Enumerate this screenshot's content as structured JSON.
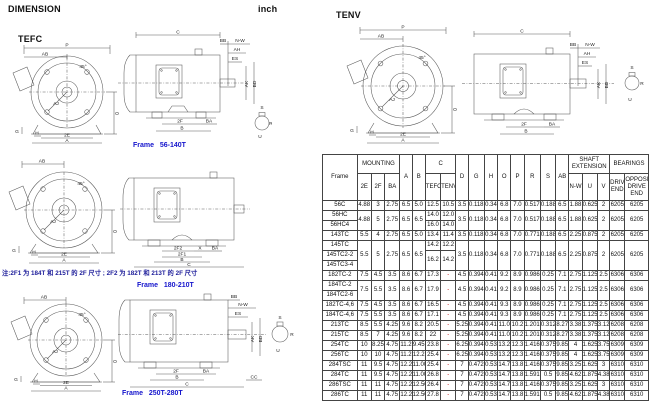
{
  "page": {
    "title": "DIMENSION",
    "unit": "inch",
    "tenv_heading": "TENV",
    "tefc_heading": "TEFC",
    "note": "注:2F1 为 184T 和 215T 的 2F 尺寸 ; 2F2 为 182T 和 213T 的 2F 尺寸",
    "frame_captions": [
      "Frame   56-140T",
      "Frame   180-210T",
      "Frame   250T-280T"
    ],
    "accent_blue": "#1414cc",
    "note_blue": "#1b1b99",
    "dash_red": "#cc2222"
  },
  "labels": {
    "front1": [
      "P",
      "AB",
      "45°",
      "AJ",
      "O",
      "H",
      "2E",
      "A",
      "G"
    ],
    "side1": [
      "C",
      "BB",
      "N-W",
      "AH",
      "ES",
      "AK",
      "BD",
      "2F",
      "BA",
      "B"
    ],
    "shaft1": [
      "S",
      "R",
      "U"
    ],
    "front2": [
      "AB",
      "45°",
      "AJ",
      "O",
      "G",
      "H",
      "2E",
      "A"
    ],
    "side2": [
      "2F2",
      "X",
      "BA",
      "2F1",
      "B",
      "C"
    ],
    "front3": [
      "AB",
      "45°",
      "AJ",
      "O",
      "G",
      "H",
      "2E",
      "A"
    ],
    "side3": [
      "BB",
      "N-W",
      "ES",
      "AK",
      "BD",
      "2F",
      "BA",
      "B",
      "C",
      "CC"
    ],
    "shaft3": [
      "S",
      "R",
      "U"
    ],
    "front4": [
      "P",
      "AB",
      "45°",
      "AJ",
      "O",
      "H",
      "2E",
      "A",
      "G"
    ],
    "side4": [
      "C",
      "BB",
      "N-W",
      "AH",
      "ES",
      "AK",
      "BD",
      "2F",
      "BA",
      "B"
    ],
    "shaft4": [
      "S",
      "R",
      "U"
    ]
  },
  "table": {
    "header_row1": [
      [
        "Frame",
        2,
        1
      ],
      [
        "MOUNTING",
        1,
        3
      ],
      [
        "A",
        2,
        1
      ],
      [
        "B",
        2,
        1
      ],
      [
        "C",
        1,
        2
      ],
      [
        "D",
        2,
        1
      ],
      [
        "G",
        2,
        1
      ],
      [
        "H",
        2,
        1
      ],
      [
        "O",
        2,
        1
      ],
      [
        "P",
        2,
        1
      ],
      [
        "R",
        2,
        1
      ],
      [
        "S",
        2,
        1
      ],
      [
        "AB",
        2,
        1
      ],
      [
        "SHAFT EXTENSION",
        1,
        3
      ],
      [
        "BEARINGS",
        1,
        2
      ]
    ],
    "header_row2": [
      [
        "2E"
      ],
      [
        "2F"
      ],
      [
        "BA"
      ],
      [
        "TEFC"
      ],
      [
        "TENV"
      ],
      [
        "N-W"
      ],
      [
        "U"
      ],
      [
        "V"
      ],
      [
        "DRIVE END"
      ],
      [
        "OPPOSITE DRIVE END"
      ]
    ],
    "rows": [
      [
        [
          "56C"
        ],
        [
          "4.88"
        ],
        [
          "3"
        ],
        [
          "2.75"
        ],
        [
          "6.5"
        ],
        [
          "5.0"
        ],
        [
          "12.5"
        ],
        [
          "10.5"
        ],
        [
          "3.5"
        ],
        [
          "0.118"
        ],
        [
          "0.34"
        ],
        [
          "6.8"
        ],
        [
          "7.0"
        ],
        [
          "0.517"
        ],
        [
          "0.188"
        ],
        [
          "6.5"
        ],
        [
          "1.88"
        ],
        [
          "0.625"
        ],
        [
          "2"
        ],
        [
          "6205"
        ],
        [
          "6205"
        ]
      ],
      [
        [
          "56HC"
        ],
        [
          "4.88",
          2
        ],
        [
          "5",
          2
        ],
        [
          "2.75",
          2
        ],
        [
          "6.5",
          2
        ],
        [
          "6.5",
          2
        ],
        [
          "14.0"
        ],
        [
          "12.0"
        ],
        [
          "3.5",
          2
        ],
        [
          "0.118",
          2
        ],
        [
          "0.34",
          2
        ],
        [
          "6.8",
          2
        ],
        [
          "7.0",
          2
        ],
        [
          "0.517",
          2
        ],
        [
          "0.188",
          2
        ],
        [
          "6.5",
          2
        ],
        [
          "1.88",
          2
        ],
        [
          "0.625",
          2
        ],
        [
          "2",
          2
        ],
        [
          "6205",
          2
        ],
        [
          "6205",
          2
        ]
      ],
      [
        [
          "56HC4"
        ],
        [
          "16.0"
        ],
        [
          "14.0"
        ]
      ],
      [
        [
          "143TC"
        ],
        [
          "5.5"
        ],
        [
          "4"
        ],
        [
          "2.75"
        ],
        [
          "6.5"
        ],
        [
          "5.0"
        ],
        [
          "13.4"
        ],
        [
          "11.4"
        ],
        [
          "3.5"
        ],
        [
          "0.118"
        ],
        [
          "0.34"
        ],
        [
          "6.8"
        ],
        [
          "7.0"
        ],
        [
          "0.771"
        ],
        [
          "0.188"
        ],
        [
          "6.5"
        ],
        [
          "2.25"
        ],
        [
          "0.875"
        ],
        [
          "2"
        ],
        [
          "6205"
        ],
        [
          "6205"
        ]
      ],
      [
        [
          "145TC"
        ],
        [
          "5.5",
          3
        ],
        [
          "5",
          3
        ],
        [
          "2.75",
          3
        ],
        [
          "6.5",
          3
        ],
        [
          "6.5",
          3
        ],
        [
          "14.2"
        ],
        [
          "12.2"
        ],
        [
          "3.5",
          3
        ],
        [
          "0.118",
          3
        ],
        [
          "0.34",
          3
        ],
        [
          "6.8",
          3
        ],
        [
          "7.0",
          3
        ],
        [
          "0.771",
          3
        ],
        [
          "0.188",
          3
        ],
        [
          "6.5",
          3
        ],
        [
          "2.25",
          3
        ],
        [
          "0.875",
          3
        ],
        [
          "2",
          3
        ],
        [
          "6205",
          3
        ],
        [
          "6205",
          3
        ]
      ],
      [
        [
          "145TC2-2"
        ],
        [
          "16.2",
          2
        ],
        [
          "14.2",
          2
        ]
      ],
      [
        [
          "145TC3-4"
        ]
      ],
      [
        [
          "182TC-2"
        ],
        [
          "7.5"
        ],
        [
          "4.5"
        ],
        [
          "3.5"
        ],
        [
          "8.6"
        ],
        [
          "6.7"
        ],
        [
          "17.3"
        ],
        [
          "-",
          1,
          "r"
        ],
        [
          "4.5"
        ],
        [
          "0.394"
        ],
        [
          "0.41"
        ],
        [
          "9.2"
        ],
        [
          "8.9"
        ],
        [
          "0.986"
        ],
        [
          "0.25"
        ],
        [
          "7.1"
        ],
        [
          "2.75"
        ],
        [
          "1.125"
        ],
        [
          "2.5"
        ],
        [
          "6306"
        ],
        [
          "6306"
        ]
      ],
      [
        [
          "184TC-2"
        ],
        [
          "7.5",
          2
        ],
        [
          "5.5",
          2
        ],
        [
          "3.5",
          2
        ],
        [
          "8.6",
          2
        ],
        [
          "6.7",
          2
        ],
        [
          "17.9",
          2
        ],
        [
          "-",
          2,
          "r"
        ],
        [
          "4.5",
          2
        ],
        [
          "0.394",
          2
        ],
        [
          "0.41",
          2
        ],
        [
          "9.2",
          2
        ],
        [
          "8.9",
          2
        ],
        [
          "0.986",
          2
        ],
        [
          "0.25",
          2
        ],
        [
          "7.1",
          2
        ],
        [
          "2.75",
          2
        ],
        [
          "1.125",
          2
        ],
        [
          "2.5",
          2
        ],
        [
          "6306",
          2
        ],
        [
          "6306",
          2
        ]
      ],
      [
        [
          "184TC2-6"
        ]
      ],
      [
        [
          "182TC-4,6"
        ],
        [
          "7.5"
        ],
        [
          "4.5"
        ],
        [
          "3.5"
        ],
        [
          "8.6"
        ],
        [
          "6.7"
        ],
        [
          "16.5"
        ],
        [
          "-",
          1,
          "r"
        ],
        [
          "4.5"
        ],
        [
          "0.394"
        ],
        [
          "0.41"
        ],
        [
          "9.3"
        ],
        [
          "8.9"
        ],
        [
          "0.986"
        ],
        [
          "0.25"
        ],
        [
          "7.1"
        ],
        [
          "2.75"
        ],
        [
          "1.125"
        ],
        [
          "2.5"
        ],
        [
          "6306"
        ],
        [
          "6306"
        ]
      ],
      [
        [
          "184TC-4,6"
        ],
        [
          "7.5"
        ],
        [
          "5.5"
        ],
        [
          "3.5"
        ],
        [
          "8.6"
        ],
        [
          "6.7"
        ],
        [
          "17.1"
        ],
        [
          "-",
          1,
          "r"
        ],
        [
          "4.5"
        ],
        [
          "0.394"
        ],
        [
          "0.41"
        ],
        [
          "9.3"
        ],
        [
          "8.9"
        ],
        [
          "0.986"
        ],
        [
          "0.25"
        ],
        [
          "7.1"
        ],
        [
          "2.75"
        ],
        [
          "1.125"
        ],
        [
          "2.5"
        ],
        [
          "6306"
        ],
        [
          "6306"
        ]
      ],
      [
        [
          "213TC"
        ],
        [
          "8.5"
        ],
        [
          "5.5"
        ],
        [
          "4.25"
        ],
        [
          "9.6"
        ],
        [
          "8.2"
        ],
        [
          "20.5"
        ],
        [
          "-",
          1,
          "r"
        ],
        [
          "5.25"
        ],
        [
          "0.394"
        ],
        [
          "0.41"
        ],
        [
          "11.0"
        ],
        [
          "10.2"
        ],
        [
          "1.201"
        ],
        [
          "0.312"
        ],
        [
          "8.27"
        ],
        [
          "3.38"
        ],
        [
          "1.375"
        ],
        [
          "3.12"
        ],
        [
          "6208"
        ],
        [
          "6208"
        ]
      ],
      [
        [
          "215TC"
        ],
        [
          "8.5"
        ],
        [
          "7"
        ],
        [
          "4.25"
        ],
        [
          "9.6"
        ],
        [
          "8.2"
        ],
        [
          "22"
        ],
        [
          "-",
          1,
          "r"
        ],
        [
          "5.25"
        ],
        [
          "0.394"
        ],
        [
          "0.41"
        ],
        [
          "11.0"
        ],
        [
          "10.2"
        ],
        [
          "1.201"
        ],
        [
          "0.312"
        ],
        [
          "8.27"
        ],
        [
          "3.38"
        ],
        [
          "1.375"
        ],
        [
          "3.12"
        ],
        [
          "6208"
        ],
        [
          "6208"
        ]
      ],
      [
        [
          "254TC"
        ],
        [
          "10"
        ],
        [
          "8.25"
        ],
        [
          "4.75"
        ],
        [
          "11.2"
        ],
        [
          "9.45"
        ],
        [
          "23.8"
        ],
        [
          "-",
          1,
          "r"
        ],
        [
          "6.25"
        ],
        [
          "0.394"
        ],
        [
          "0.53"
        ],
        [
          "13.2"
        ],
        [
          "12.3"
        ],
        [
          "1.416"
        ],
        [
          "0.375"
        ],
        [
          "9.85"
        ],
        [
          "4"
        ],
        [
          "1.625"
        ],
        [
          "3.75"
        ],
        [
          "6309"
        ],
        [
          "6309"
        ]
      ],
      [
        [
          "256TC"
        ],
        [
          "10"
        ],
        [
          "10"
        ],
        [
          "4.75"
        ],
        [
          "11.2"
        ],
        [
          "12.2"
        ],
        [
          "25.4"
        ],
        [
          "-",
          1,
          "r"
        ],
        [
          "6.25"
        ],
        [
          "0.394"
        ],
        [
          "0.53"
        ],
        [
          "13.2"
        ],
        [
          "12.3"
        ],
        [
          "1.416"
        ],
        [
          "0.375"
        ],
        [
          "9.85"
        ],
        [
          "4"
        ],
        [
          "1.625"
        ],
        [
          "3.75"
        ],
        [
          "6309"
        ],
        [
          "6309"
        ]
      ],
      [
        [
          "284TSC"
        ],
        [
          "11"
        ],
        [
          "9.5"
        ],
        [
          "4.75"
        ],
        [
          "12.2"
        ],
        [
          "11.00"
        ],
        [
          "25.4"
        ],
        [
          "-",
          1,
          "r"
        ],
        [
          "7"
        ],
        [
          "0.472"
        ],
        [
          "0.53"
        ],
        [
          "14.7"
        ],
        [
          "13.8"
        ],
        [
          "1.416"
        ],
        [
          "0.375"
        ],
        [
          "9.85"
        ],
        [
          "3.25"
        ],
        [
          "1.625"
        ],
        [
          "3"
        ],
        [
          "6310"
        ],
        [
          "6310"
        ]
      ],
      [
        [
          "284TC"
        ],
        [
          "11"
        ],
        [
          "9.5"
        ],
        [
          "4.75"
        ],
        [
          "12.2"
        ],
        [
          "11.00"
        ],
        [
          "26.8"
        ],
        [
          "-",
          1,
          "r"
        ],
        [
          "7"
        ],
        [
          "0.472"
        ],
        [
          "0.53"
        ],
        [
          "14.7"
        ],
        [
          "13.8"
        ],
        [
          "1.591"
        ],
        [
          "0.5"
        ],
        [
          "9.85"
        ],
        [
          "4.62"
        ],
        [
          "1.875"
        ],
        [
          "4.38"
        ],
        [
          "6310"
        ],
        [
          "6310"
        ]
      ],
      [
        [
          "286TSC"
        ],
        [
          "11"
        ],
        [
          "11"
        ],
        [
          "4.75"
        ],
        [
          "12.2"
        ],
        [
          "12.50"
        ],
        [
          "26.4"
        ],
        [
          "-",
          1,
          "r"
        ],
        [
          "7"
        ],
        [
          "0.472"
        ],
        [
          "0.53"
        ],
        [
          "14.7"
        ],
        [
          "13.8"
        ],
        [
          "1.416"
        ],
        [
          "0.375"
        ],
        [
          "9.85"
        ],
        [
          "3.25"
        ],
        [
          "1.625"
        ],
        [
          "3"
        ],
        [
          "6310"
        ],
        [
          "6310"
        ]
      ],
      [
        [
          "286TC"
        ],
        [
          "11"
        ],
        [
          "11"
        ],
        [
          "4.75"
        ],
        [
          "12.2"
        ],
        [
          "12.50"
        ],
        [
          "27.8"
        ],
        [
          "-",
          1,
          "r"
        ],
        [
          "7"
        ],
        [
          "0.472"
        ],
        [
          "0.53"
        ],
        [
          "14.7"
        ],
        [
          "13.8"
        ],
        [
          "1.591"
        ],
        [
          "0.5"
        ],
        [
          "9.85"
        ],
        [
          "4.62"
        ],
        [
          "1.875"
        ],
        [
          "4.38"
        ],
        [
          "6310"
        ],
        [
          "6310"
        ]
      ]
    ]
  }
}
